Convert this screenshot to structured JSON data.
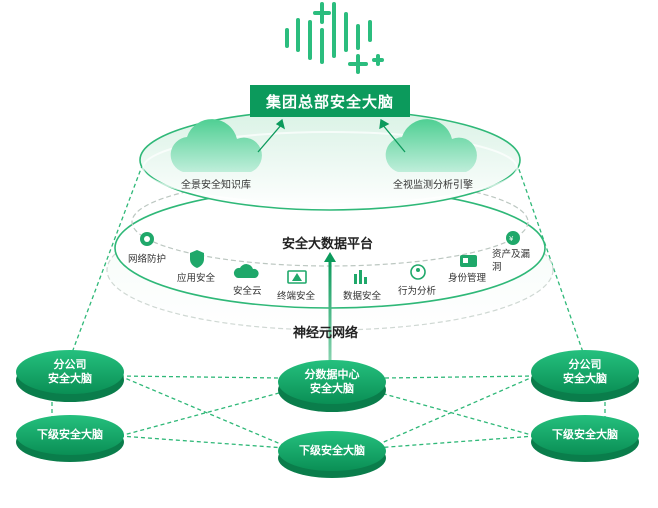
{
  "header": {
    "title": "集团总部安全大脑"
  },
  "top_layer": {
    "left_cloud_label": "全景安全知识库",
    "right_cloud_label": "全视监测分析引擎"
  },
  "platform": {
    "title": "安全大数据平台",
    "modules": [
      {
        "label": "网络防护",
        "icon": "shield-network-icon"
      },
      {
        "label": "应用安全",
        "icon": "shield-app-icon"
      },
      {
        "label": "安全云",
        "icon": "cloud-icon"
      },
      {
        "label": "终端安全",
        "icon": "monitor-warning-icon"
      },
      {
        "label": "数据安全",
        "icon": "bar-data-icon"
      },
      {
        "label": "行为分析",
        "icon": "person-analysis-icon"
      },
      {
        "label": "身份管理",
        "icon": "id-card-icon"
      },
      {
        "label": "资产及漏洞",
        "icon": "asset-icon"
      }
    ]
  },
  "neural": {
    "title": "神经元网络"
  },
  "nodes": {
    "branch_left": {
      "line1": "分公司",
      "line2": "安全大脑"
    },
    "branch_right": {
      "line1": "分公司",
      "line2": "安全大脑"
    },
    "datacenter": {
      "line1": "分数据中心",
      "line2": "安全大脑"
    },
    "sub_left": {
      "label": "下级安全大脑"
    },
    "sub_center": {
      "label": "下级安全大脑"
    },
    "sub_right": {
      "label": "下级安全大脑"
    }
  },
  "colors": {
    "brand": "#0c9a5c",
    "accent": "#1fb876",
    "light": "#e6f6ee",
    "line": "#2fb878"
  }
}
